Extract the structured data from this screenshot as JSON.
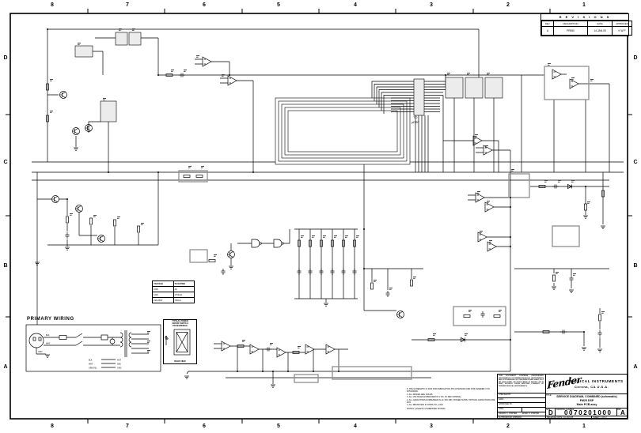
{
  "frame": {
    "cols": [
      "8",
      "7",
      "6",
      "5",
      "4",
      "3",
      "2",
      "1"
    ],
    "rows": [
      "D",
      "C",
      "B",
      "A"
    ]
  },
  "revisions": {
    "title": "R E V I S I O N S",
    "headers": [
      "REV.",
      "DESCRIPTION",
      "DATE",
      "APPROVED"
    ],
    "entries": [
      {
        "rev": "A",
        "description": "PR550",
        "date": "14-JAN-05",
        "approved": "K W P"
      }
    ]
  },
  "voltage_table": {
    "headers": [
      "VOLTAGE",
      "TX RATING"
    ],
    "rows": [
      [
        "100V",
        "2A"
      ],
      [
        "120V",
        "1700mA"
      ],
      [
        "230-240V",
        "700mA"
      ]
    ]
  },
  "primary_wiring": {
    "title": "PRIMARY WIRING",
    "labels": {
      "blk": "BLK",
      "wht": "WHT",
      "grn": "GRN"
    },
    "legend": [
      [
        "BLK",
        "HOT"
      ],
      [
        "WHT",
        "NEU"
      ],
      [
        "GRN/YEL",
        "GND"
      ]
    ]
  },
  "switch_box": {
    "title1": "TYPICAL POWER",
    "title2": "ON/OFF SWITCH",
    "title3": "P/N MARKINGS",
    "up": "UP",
    "rear": "REAR VIEW"
  },
  "connector": {
    "line1": "TO",
    "line2": "µDSP"
  },
  "notes": {
    "heading": "NOTES: (UNLESS OTHERWISE NOTED)",
    "items": [
      "5. THE SCHEMATIC IS FOR PCB FABRICATION P/N 0070201000 AND PCB ASSEMBLY P/N 0070200000.",
      "4. ALL DIODES ARE 1N4448.",
      "3. ALL VOLTAGES EXPRESSED IN V DC, 0V REF NOMINAL.",
      "2. ALL CAPACITORS EXPRESSED IN uF, 50V MIN; POWER SUPPLY BYPASS CAPACITORS ARE 20%.",
      "1. ALL RESISTORS IN OHMS, 5%, 1/4W."
    ]
  },
  "title_block": {
    "disclaimer": "THIS DOCUMENT CONTAINS PROPRIETARY INFORMATION OF FENDER MUSICAL INSTRUMENTS AND IS FURNISHED IN CONFIDENCE AND SHALL NOT BE DISCLOSED OR DUPLICATED IN WHOLE OR IN PART WITHOUT PRIOR WRITTEN CONSENT OF FENDER MUSICAL INSTRUMENTS.",
    "checked_by": "CHECKED BY:",
    "date1": "DATE:",
    "approved_by": "APPROVED BY:",
    "date2": "DATE:",
    "drawn": "DRAWN: K. PORTER",
    "engr": "ENGR: K. PORTER",
    "file_row": "AUTOCAD FLD.  20050104",
    "brand_script": "Fender",
    "brand1": "MUSICAL  INSTRUMENTS",
    "brand2": "Corona,  CA      U.S.A.",
    "title_label": "TITLE:",
    "title1": "SERVICE DIAGRAM, COMBINED (schematic)",
    "title2": "FM25 DSP",
    "title3": "Main PCB assy",
    "size_label": "SIZE",
    "size": "D",
    "dn_label": "DRAWING NUMBER",
    "drawing_number": "0070201000",
    "rev_label": "REV.",
    "rev": "A",
    "release": "RELEASE DATE:  14-JAN-05",
    "sheet": "SHEET:  1  OF  2"
  }
}
